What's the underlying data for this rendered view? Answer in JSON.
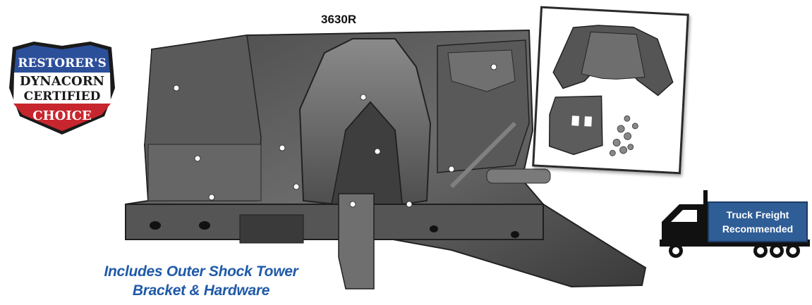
{
  "product": {
    "part_number": "3630R",
    "caption_line1": "Includes Outer Shock Tower",
    "caption_line2": "Bracket & Hardware"
  },
  "badge": {
    "line1": "RESTORER'S",
    "line2": "DYNACORN",
    "line3": "CERTIFIED",
    "line4": "CHOICE",
    "colors": {
      "top": "#2c4f9a",
      "bottom": "#c8262e",
      "middle": "#ffffff"
    }
  },
  "freight": {
    "line1": "Truck Freight",
    "line2": "Recommended",
    "color": "#2f5d96"
  },
  "icons": [
    "certified-badge-icon",
    "truck-icon",
    "shock-tower-image",
    "hardware-image"
  ]
}
